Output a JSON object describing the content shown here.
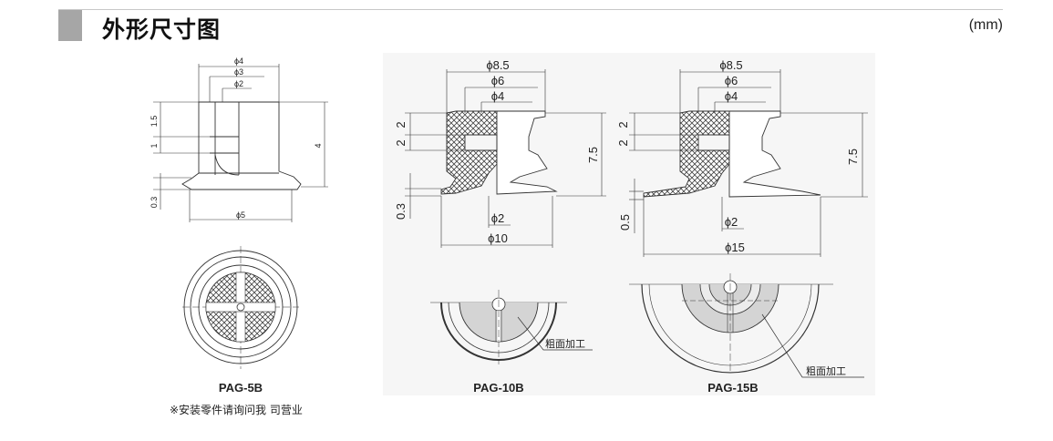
{
  "header": {
    "title": "外形尺寸图",
    "unit": "(mm)"
  },
  "pag5": {
    "caption": "PAG-5B",
    "dims": {
      "d4": "ϕ4",
      "d3": "ϕ3",
      "d2": "ϕ2",
      "h15": "1.5",
      "h1": "1",
      "h4": "4",
      "h03": "0.3",
      "d5": "ϕ5"
    }
  },
  "pag10": {
    "caption": "PAG-10B",
    "dims": {
      "d85": "ϕ8.5",
      "d6": "ϕ6",
      "d4": "ϕ4",
      "h2a": "2",
      "h2b": "2",
      "h75": "7.5",
      "h03": "0.3",
      "d2": "ϕ2",
      "d10": "ϕ10"
    },
    "surface_label": "粗面加工"
  },
  "pag15": {
    "caption": "PAG-15B",
    "dims": {
      "d85": "ϕ8.5",
      "d6": "ϕ6",
      "d4": "ϕ4",
      "h2a": "2",
      "h2b": "2",
      "h75": "7.5",
      "h05": "0.5",
      "d2": "ϕ2",
      "d15": "ϕ15"
    },
    "surface_label": "粗面加工"
  },
  "footnote": "※安装零件请询问我 司营业"
}
